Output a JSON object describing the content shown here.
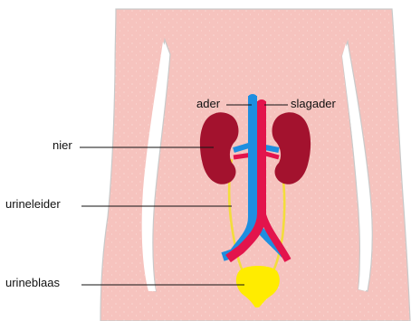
{
  "labels": {
    "vein": "ader",
    "artery": "slagader",
    "kidney": "nier",
    "ureter": "urineleider",
    "bladder": "urineblaas"
  },
  "colors": {
    "body_fill": "#f6c3be",
    "body_outline": "#c9c9c9",
    "kidney": "#a3122e",
    "vein": "#1e8ee0",
    "artery": "#e3144c",
    "ureter": "#f3dd3b",
    "bladder": "#ffec00",
    "leader_line": "#111111"
  }
}
